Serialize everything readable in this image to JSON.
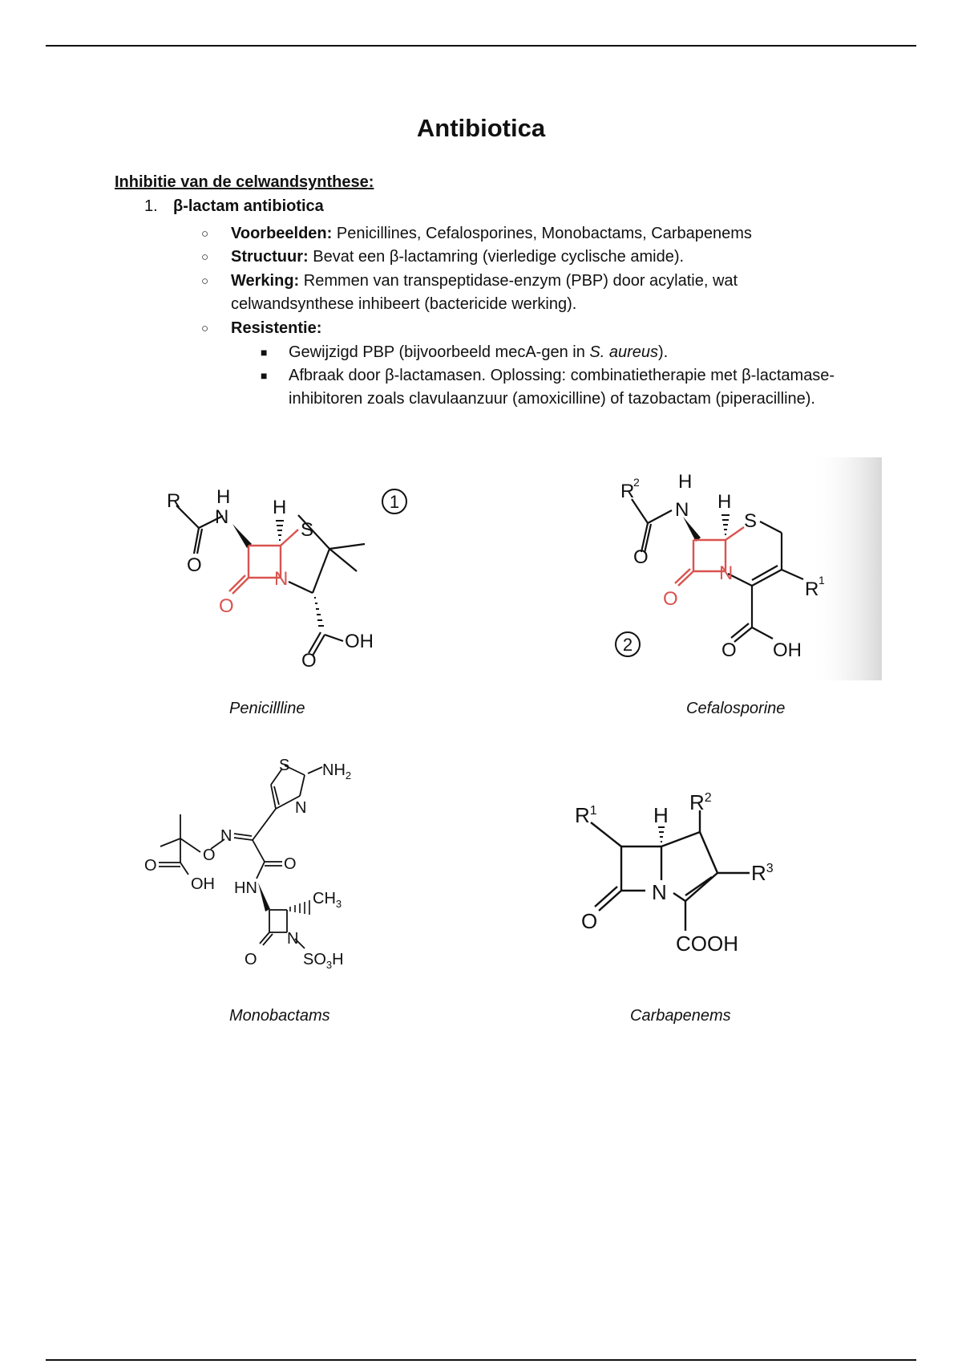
{
  "title": "Antibiotica",
  "section_heading": "Inhibitie van de celwandsynthese:",
  "list_item": {
    "number": "1.",
    "label": "β-lactam antibiotica"
  },
  "bullets": [
    {
      "label": "Voorbeelden:",
      "text": " Penicillines, Cefalosporines, Monobactams, Carbapenems"
    },
    {
      "label": "Structuur:",
      "text": " Bevat een β-lactamring (vierledige cyclische amide)."
    },
    {
      "label": "Werking:",
      "text": " Remmen van transpeptidase-enzym (PBP) door acylatie, wat celwandsynthese inhibeert (bactericide werking)."
    },
    {
      "label": "Resistentie:",
      "text": ""
    }
  ],
  "resistance": [
    {
      "pre": "Gewijzigd PBP (bijvoorbeeld mecA-gen in ",
      "italic": "S. aureus",
      "post": ")."
    },
    {
      "text": "Afbraak door β-lactamasen. Oplossing: combinatietherapie met β-lactamase-inhibitoren zoals clavulaanzuur (amoxicilline) of tazobactam (piperacilline)."
    }
  ],
  "captions": {
    "penicilline": "Penicillline",
    "cefalosporine": "Cefalosporine",
    "monobactams": "Monobactams",
    "carbapenems": "Carbapenems"
  },
  "atoms": {
    "penicilline": {
      "R": "R",
      "H1": "H",
      "N1": "N",
      "H2": "H",
      "S": "S",
      "O1": "O",
      "N2": "N",
      "O2": "O",
      "OH": "OH",
      "O3": "O",
      "circle": "1"
    },
    "cefalosporine": {
      "R": "R",
      "R_sup": "2",
      "H1": "H",
      "N1": "N",
      "H2": "H",
      "S": "S",
      "O1": "O",
      "N2": "N",
      "O2": "O",
      "R1": "R",
      "R1_sup": "1",
      "O3": "O",
      "OH": "OH",
      "circle": "2"
    },
    "monobactams": {
      "S": "S",
      "NH2": "NH",
      "NH2_sub": "2",
      "N1": "N",
      "N2": "N",
      "O1": "O",
      "O2": "O",
      "O3": "O",
      "OH": "OH",
      "HN": "HN",
      "CH3": "CH",
      "CH3_sub": "3",
      "N3": "N",
      "O4": "O",
      "SO3H_a": "SO",
      "SO3H_sub": "3",
      "SO3H_b": "H"
    },
    "carbapenems": {
      "R1": "R",
      "R1_sup": "1",
      "H": "H",
      "R2": "R",
      "R2_sup": "2",
      "R3": "R",
      "R3_sup": "3",
      "N": "N",
      "O": "O",
      "COOH": "COOH"
    }
  },
  "colors": {
    "lactam_ring": "#d9534f",
    "text": "#111111"
  }
}
